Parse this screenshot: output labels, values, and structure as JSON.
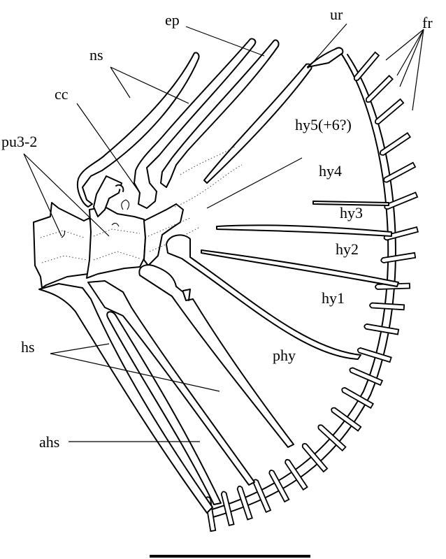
{
  "labels": {
    "ep": "ep",
    "ur": "ur",
    "fr": "fr",
    "ns": "ns",
    "cc": "cc",
    "pu3_2": "pu3-2",
    "hy5": "hy5(+6?)",
    "hy4": "hy4",
    "hy3": "hy3",
    "hy2": "hy2",
    "hy1": "hy1",
    "hs": "hs",
    "phy": "phy",
    "ahs": "ahs"
  },
  "scale_bar": "scale-bar"
}
